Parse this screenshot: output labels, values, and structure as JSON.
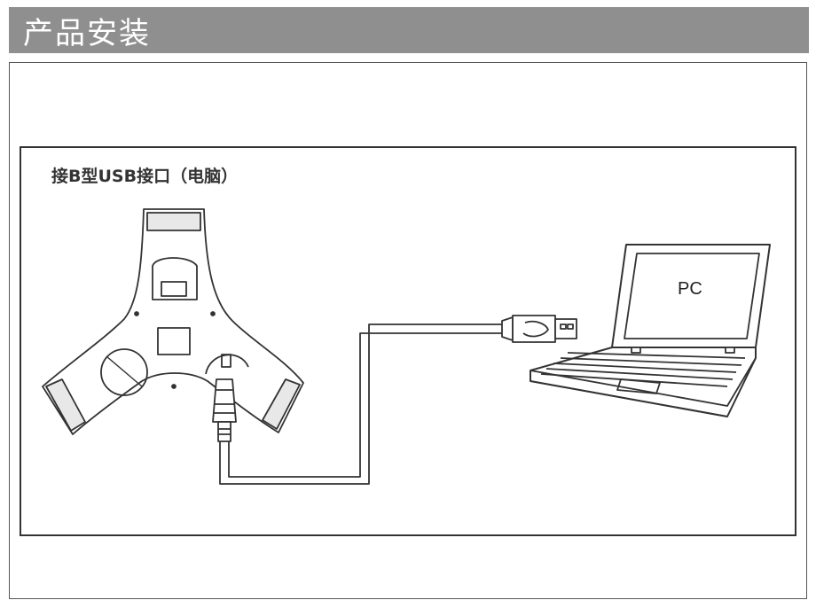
{
  "header": {
    "title": "产品安装"
  },
  "diagram": {
    "connection_label": "接B型USB接口（电脑）",
    "pc_label": "PC",
    "stroke_color": "#333333"
  }
}
